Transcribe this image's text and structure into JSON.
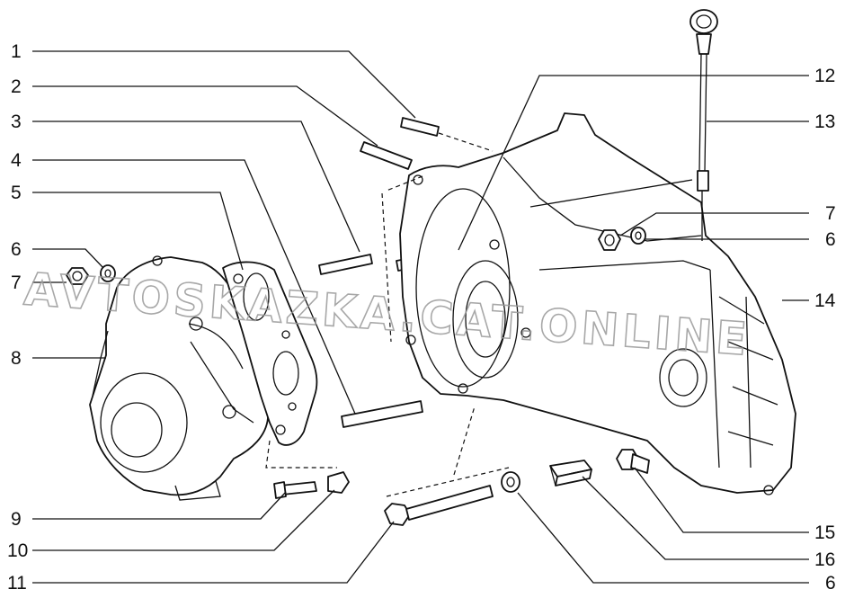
{
  "callouts_left": [
    "1",
    "2",
    "3",
    "4",
    "5",
    "6",
    "7",
    "8",
    "9",
    "10",
    "11"
  ],
  "callouts_right": [
    "12",
    "13",
    "7",
    "6",
    "14",
    "15",
    "16",
    "6"
  ],
  "watermark": "AVTOSKAZKA.CAT.ONLINE"
}
